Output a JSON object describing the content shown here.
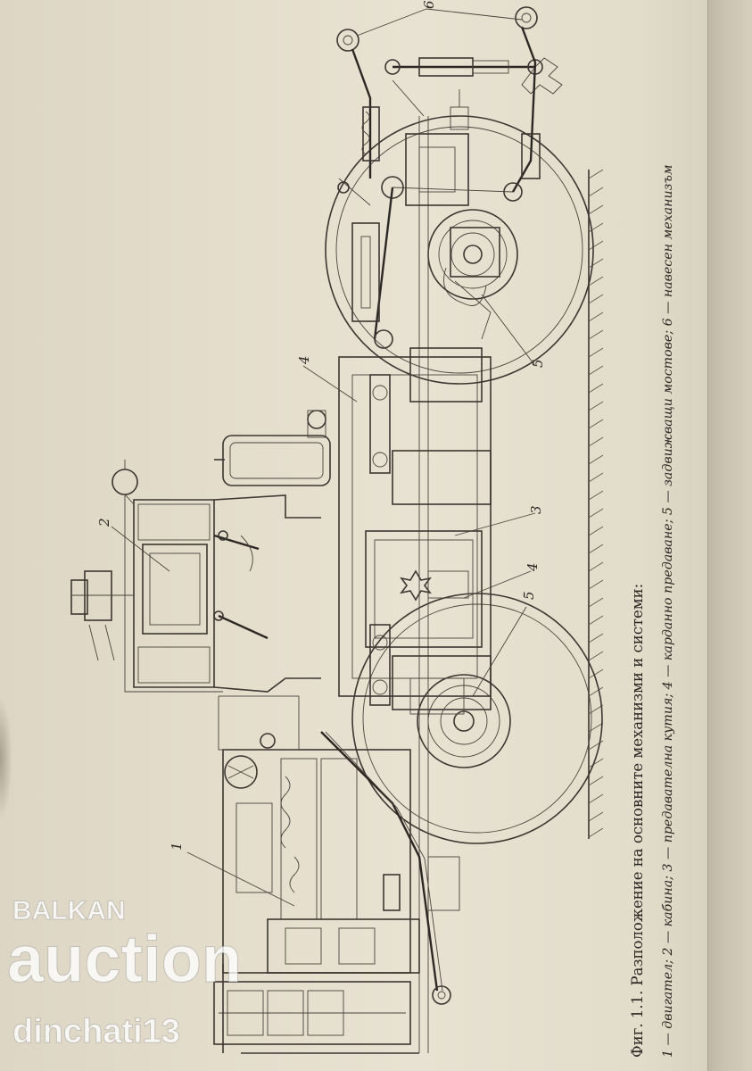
{
  "caption": {
    "line1": "Фиг. 1.1. Разположение на основните механизми и системи:",
    "line2": "1 — двигател; 2 — кабина; 3 — предавателна кутия; 4 — карданно предаване; 5 — задвижващи мостове; 6 — навесен механизъм"
  },
  "labels": {
    "engine": "1",
    "cab": "2",
    "gearbox": "3",
    "cardan_upper": "4",
    "cardan_lower": "4",
    "axle_front": "5",
    "axle_rear": "5",
    "hitch": "6"
  },
  "watermark": {
    "line1": "BALKAN",
    "line2": "auction",
    "line3": "dinchati13"
  }
}
